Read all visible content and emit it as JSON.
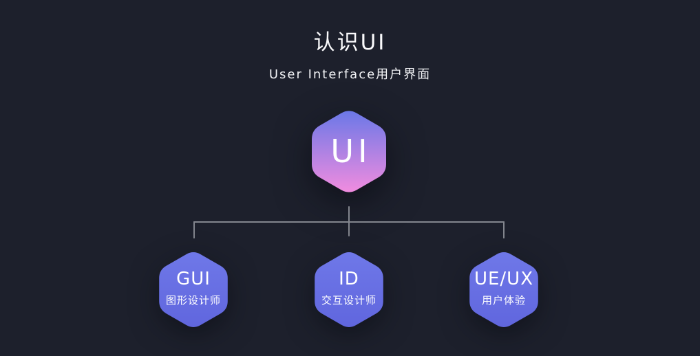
{
  "header": {
    "title": "认识UI",
    "subtitle": "User Interface用户界面"
  },
  "diagram": {
    "root": {
      "label": "UI"
    },
    "children": [
      {
        "label": "GUI",
        "sublabel": "图形设计师"
      },
      {
        "label": "ID",
        "sublabel": "交互设计师"
      },
      {
        "label": "UE/UX",
        "sublabel": "用户体验"
      }
    ]
  },
  "colors": {
    "background": "#1D202C",
    "root-hex-top": "#6B78E7",
    "root-hex-bottom": "#F18CDF",
    "child-hex-top": "#6F78E8",
    "child-hex-bottom": "#6066DE",
    "connector": "#83868E",
    "text": "#FFFFFF"
  }
}
